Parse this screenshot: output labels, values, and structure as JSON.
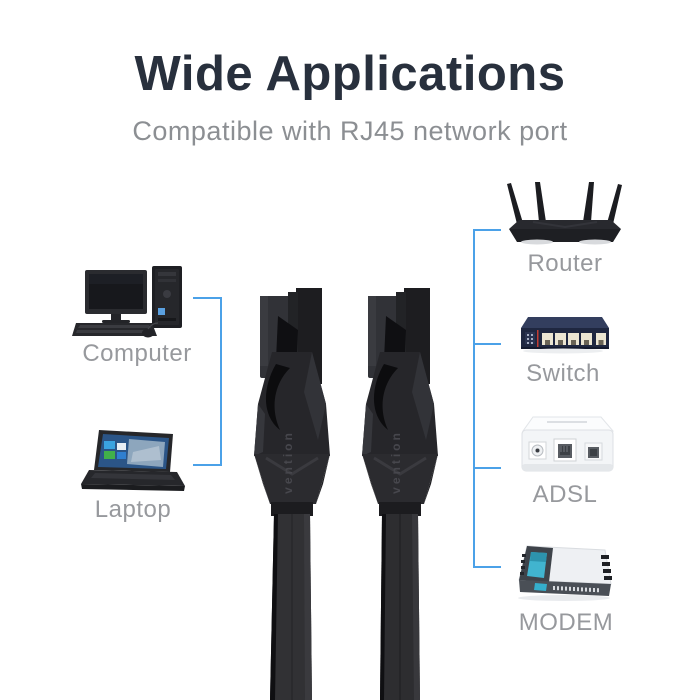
{
  "header": {
    "title": "Wide Applications",
    "subtitle": "Compatible with RJ45 network port"
  },
  "left_devices": [
    {
      "label": "Computer",
      "icon": "desktop-computer-icon"
    },
    {
      "label": "Laptop",
      "icon": "laptop-icon"
    }
  ],
  "right_devices": [
    {
      "label": "Router",
      "icon": "router-icon"
    },
    {
      "label": "Switch",
      "icon": "network-switch-icon"
    },
    {
      "label": "ADSL",
      "icon": "adsl-splitter-icon"
    },
    {
      "label": "MODEM",
      "icon": "modem-icon"
    }
  ],
  "cable": {
    "brand": "vention",
    "type": "flat RJ45 ethernet cable",
    "connector_count": "2"
  },
  "colors": {
    "accent_blue": "#4BA1E8",
    "title_text": "#28303D",
    "subtitle_text": "#8C8F93",
    "label_text": "#97999D",
    "cable_black": "#2B2B2F"
  }
}
